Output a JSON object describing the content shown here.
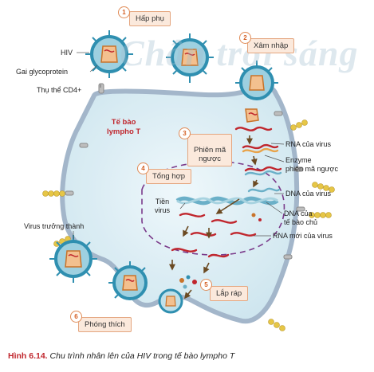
{
  "steps": [
    {
      "num": "1",
      "label": "Hấp phụ"
    },
    {
      "num": "2",
      "label": "Xâm nhập"
    },
    {
      "num": "3",
      "label": "Phiên mã\nngược"
    },
    {
      "num": "4",
      "label": "Tổng hợp"
    },
    {
      "num": "5",
      "label": "Lắp ráp"
    },
    {
      "num": "6",
      "label": "Phóng thích"
    }
  ],
  "labels": {
    "hiv": "HIV",
    "glycoprotein": "Gai glycoprotein",
    "cd4": "Thụ thể CD4+",
    "cell": "Tế bào\nlympho T",
    "rna_virus": "RNA của virus",
    "enzyme": "Enzyme\nphiên mã ngược",
    "dna_virus": "DNA của virus",
    "provirus": "Tiền\nvirus",
    "dna_host": "DNA của\ntế bào chủ",
    "new_rna": "RNA mới của virus",
    "mature_virus": "Virus trưởng thành"
  },
  "watermark": "Chân trời sáng",
  "caption": {
    "figure": "Hình 6.14.",
    "text": "Chu trình nhân lên của HIV trong tế bào lympho T"
  },
  "colors": {
    "cell_fill": "#dbeef5",
    "cell_border": "#9fb3c8",
    "virus_envelope": "#2f8fb0",
    "virus_core": "#c8732a",
    "rna": "#c0262d",
    "dna": "#6bb0c8",
    "receptor": "#e0c24a",
    "step_box": "#fbe9dc",
    "step_border": "#e4a67f",
    "arrow": "#6b4a22",
    "dashed_nucleus": "#7a3a8a"
  }
}
